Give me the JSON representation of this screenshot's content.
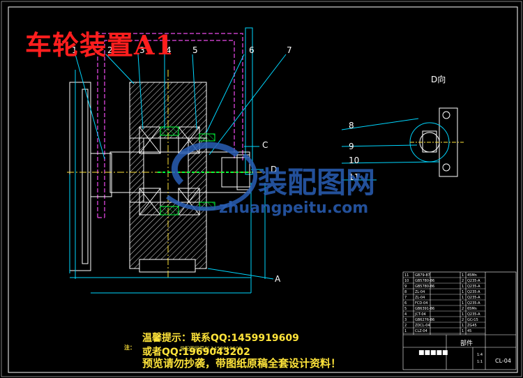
{
  "title": "车轮装置A1",
  "part_labels": [
    "1",
    "2",
    "3",
    "4",
    "5",
    "6",
    "7",
    "8",
    "9",
    "10",
    "11"
  ],
  "section_labels": {
    "view_d": "D向",
    "c": "C",
    "d": "D",
    "a": "A"
  },
  "watermark": {
    "text": "装配图网",
    "url": "zhuangpeitu.com"
  },
  "notes": {
    "line1": "温馨提示：联系QQ:1459919609",
    "line2": "或者QQ:1969043202",
    "line3": "预览请勿抄袭，带图纸原稿全套设计资料！",
    "small_prefix": "注：",
    "small_overlap": "装配图网原创 1459919609"
  },
  "title_block": {
    "rows": [
      [
        "11",
        "GB79-87",
        "",
        "1",
        "45Mn"
      ],
      [
        "10",
        "GB5780-86",
        "",
        "2",
        "Q235-A"
      ],
      [
        "9",
        "GB5780-86",
        "",
        "1",
        "Q235-A"
      ],
      [
        "8",
        "ZL-04",
        "",
        "1",
        "Q235-A"
      ],
      [
        "7",
        "ZL-04",
        "",
        "1",
        "Q235-A"
      ],
      [
        "6",
        "FCD-04",
        "",
        "1",
        "Q235-A"
      ],
      [
        "5",
        "GB6391-86",
        "",
        "2",
        "65Mn"
      ],
      [
        "4",
        "JCT-04",
        "",
        "1",
        "Q235-A"
      ],
      [
        "3",
        "GB6276-86",
        "",
        "2",
        "GCr15"
      ],
      [
        "2",
        "ZDCL-04",
        "",
        "1",
        "ZG45"
      ],
      [
        "1",
        "CLZ-04",
        "",
        "1",
        "45"
      ]
    ],
    "parts_header": "部件",
    "drawing_no": "CL-04",
    "scale": "1:4",
    "sheet": "1:1"
  },
  "colors": {
    "background": "#000000",
    "outline": "#ffffff",
    "cyan": "#00d7ff",
    "magenta": "#c23ec2",
    "yellow": "#ffe43a",
    "green": "#00ff3c",
    "red": "#ff1e1e",
    "blue": "#2a5fb5"
  }
}
